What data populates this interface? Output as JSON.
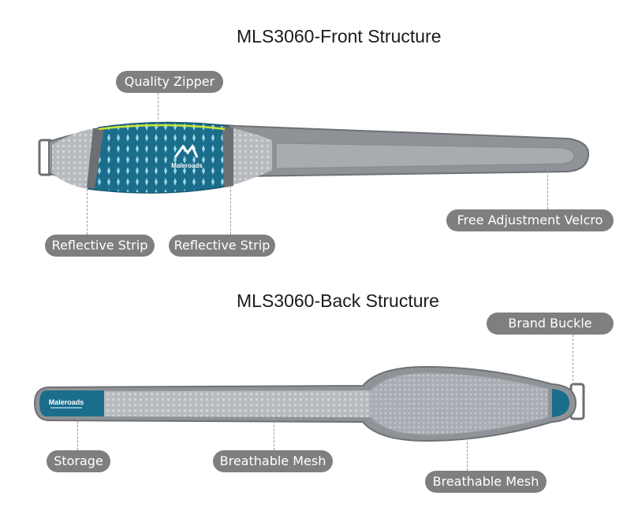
{
  "front": {
    "title": "MLS3060-Front Structure",
    "labels": {
      "quality_zipper": "Quality Zipper",
      "reflective_strip_left": "Reflective Strip",
      "reflective_strip_right": "Reflective Strip",
      "free_adjustment_velcro": "Free Adjustment Velcro"
    },
    "logo_text": "Maleroads"
  },
  "back": {
    "title": "MLS3060-Back Structure",
    "labels": {
      "brand_buckle": "Brand Buckle",
      "storage": "Storage",
      "breathable_mesh_left": "Breathable Mesh",
      "breathable_mesh_right": "Breathable Mesh"
    },
    "logo_text": "Maleroads"
  },
  "colors": {
    "pill_bg": "#7f7f7f",
    "belt_gray": "#9b9ea2",
    "mesh_gray": "#b9bcc1",
    "pouch_teal": "#1a6e8c",
    "zipper_yellow": "#c9e635"
  }
}
